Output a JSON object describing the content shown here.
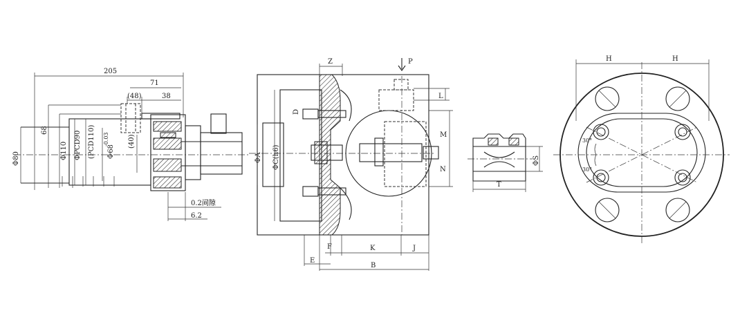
{
  "view1": {
    "dim_205": "205",
    "dim_71": "71",
    "dim_48": "(48)",
    "dim_38": "38",
    "dim_68": "68",
    "dim_phi80": "Φ80",
    "dim_phi110": "Φ110",
    "dim_pcd90": "ΦPCD90",
    "dim_pcd110": "(PCD110)",
    "dim_40": "(40)",
    "dim_phi68": "Φ68",
    "dim_phi68_tol": "-0.03",
    "dim_gap": "0.2间隙",
    "dim_6_2": "6.2"
  },
  "view2": {
    "label_z": "Z",
    "label_p": "P",
    "label_l": "L",
    "label_m": "M",
    "label_n": "N",
    "label_d": "D",
    "label_phi_a": "ΦA",
    "label_phi_c": "ΦC(h6)",
    "label_f": "F",
    "label_k": "K",
    "label_j": "J",
    "label_e": "E",
    "label_b": "B"
  },
  "view3": {
    "label_phi_s": "ΦS",
    "label_t": "T"
  },
  "view4": {
    "label_h_left": "H",
    "label_h_right": "H",
    "angle_top": "30°",
    "angle_bottom": "30°"
  }
}
